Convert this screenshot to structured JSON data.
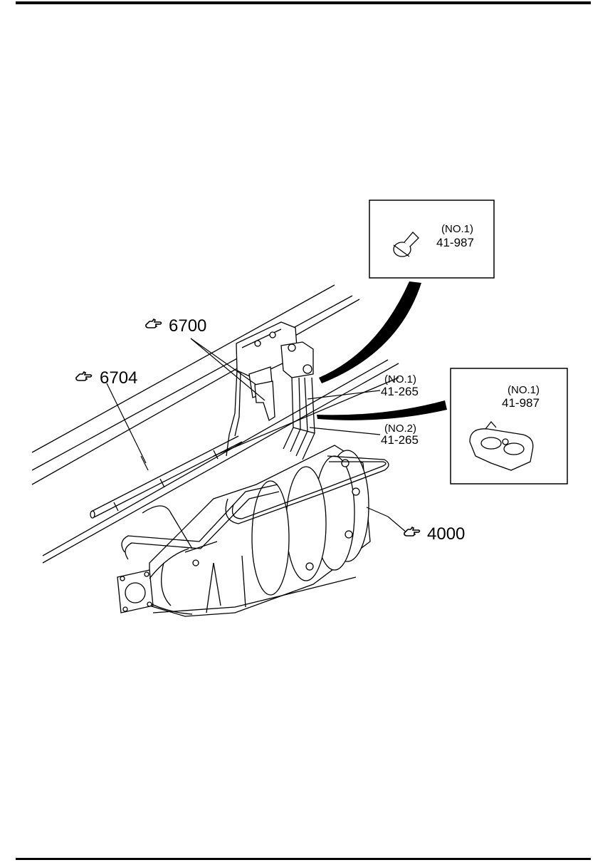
{
  "callouts": {
    "ref_6700": "6700",
    "ref_6704": "6704",
    "ref_4000": "4000"
  },
  "inset_top": {
    "qualifier": "(NO.1)",
    "part": "41-987"
  },
  "inset_right": {
    "qualifier": "(NO.1)",
    "part": "41-987"
  },
  "hose_1": {
    "qualifier": "(NO.1)",
    "part": "41-265"
  },
  "hose_2": {
    "qualifier": "(NO.2)",
    "part": "41-265"
  },
  "icons": {
    "reference": "pointing-hand-icon"
  }
}
